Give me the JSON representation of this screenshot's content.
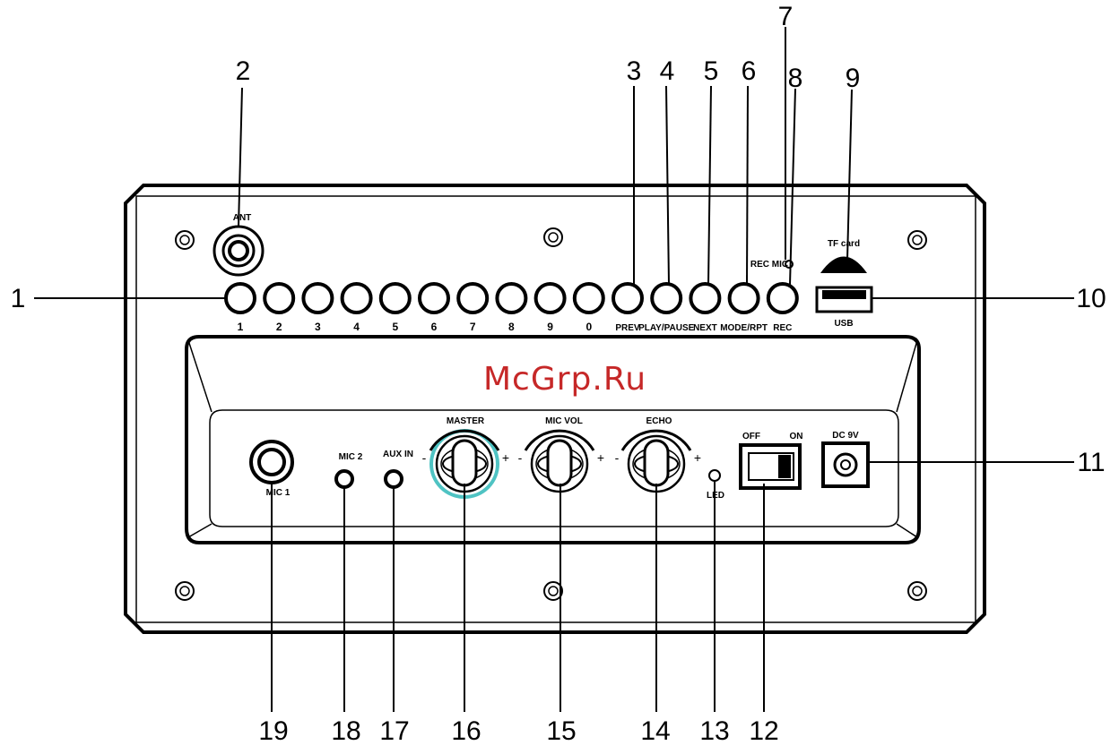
{
  "labels": {
    "ant": "ANT",
    "tf_card": "TF card",
    "usb": "USB",
    "rec_mic": "REC MIC",
    "mic1": "MIC 1",
    "mic2": "MIC 2",
    "aux_in": "AUX IN",
    "master": "MASTER",
    "mic_vol": "MIC VOL",
    "echo": "ECHO",
    "led": "LED",
    "off": "OFF",
    "on": "ON",
    "dc": "DC 9V",
    "minus": "-",
    "plus": "+"
  },
  "number_keys": [
    "1",
    "2",
    "3",
    "4",
    "5",
    "6",
    "7",
    "8",
    "9",
    "0"
  ],
  "function_keys": [
    "PREV",
    "PLAY/PAUSE",
    "NEXT",
    "MODE/RPT",
    "REC"
  ],
  "callouts": {
    "c1": "1",
    "c2": "2",
    "c3": "3",
    "c4": "4",
    "c5": "5",
    "c6": "6",
    "c7": "7",
    "c8": "8",
    "c9": "9",
    "c10": "10",
    "c11": "11",
    "c12": "12",
    "c13": "13",
    "c14": "14",
    "c15": "15",
    "c16": "16",
    "c17": "17",
    "c18": "18",
    "c19": "19"
  },
  "watermark": "McGrp.Ru",
  "colors": {
    "line": "#000000",
    "highlight": "#4fc3c3",
    "watermark": "#c62828"
  }
}
